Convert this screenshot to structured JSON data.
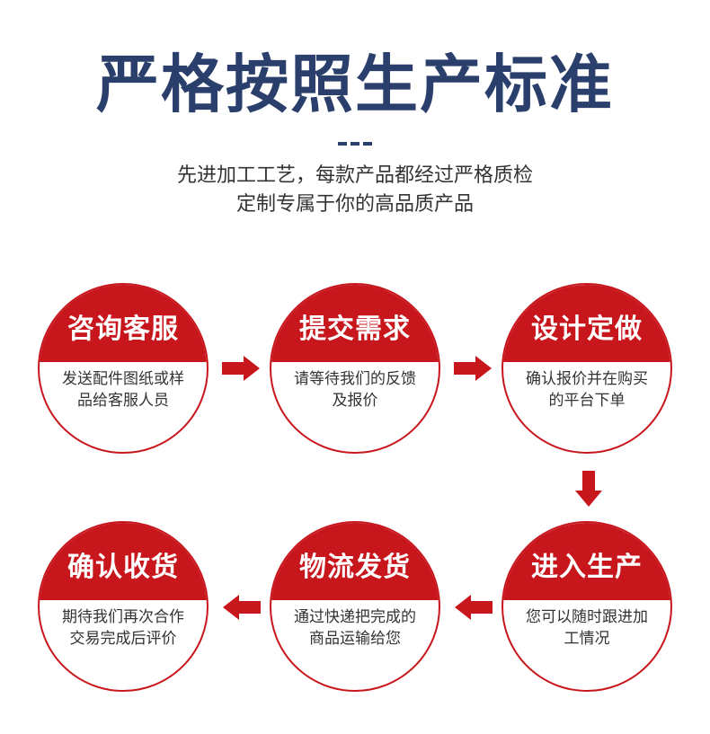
{
  "header": {
    "title": "严格按照生产标准",
    "subtitle_line1": "先进加工工艺，每款产品都经过严格质检",
    "subtitle_line2": "定制专属于你的高品质产品"
  },
  "steps": [
    {
      "title": "咨询客服",
      "desc1": "发送配件图纸或样",
      "desc2": "品给客服人员"
    },
    {
      "title": "提交需求",
      "desc1": "请等待我们的反馈",
      "desc2": "及报价"
    },
    {
      "title": "设计定做",
      "desc1": "确认报价并在购买",
      "desc2": "的平台下单"
    },
    {
      "title": "进入生产",
      "desc1": "您可以随时跟进加",
      "desc2": "工情况"
    },
    {
      "title": "物流发货",
      "desc1": "通过快递把完成的",
      "desc2": "商品运输给您"
    },
    {
      "title": "确认收货",
      "desc1": "期待我们再次合作",
      "desc2": "交易完成后评价"
    }
  ],
  "colors": {
    "accent": "#c8161d",
    "title": "#2a3f6b"
  }
}
